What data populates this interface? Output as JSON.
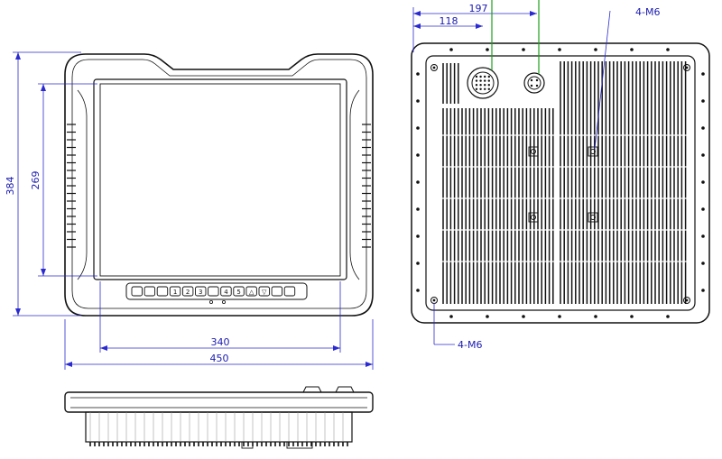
{
  "dimensions": {
    "width_overall": "450",
    "width_screen": "340",
    "height_overall": "384",
    "height_screen": "269",
    "rear_connector_1": "197",
    "rear_connector_2": "118"
  },
  "callouts": {
    "mount_top": "4-M6",
    "mount_bottom": "4-M6"
  },
  "keypad": {
    "keys": [
      "",
      "",
      "",
      "1",
      "2",
      "3",
      "",
      "4",
      "5",
      "△",
      "▽",
      "",
      ""
    ]
  },
  "colors": {
    "dimension": "#2a2ad0",
    "connector_lead": "#1aa01a",
    "outline": "#111111"
  }
}
